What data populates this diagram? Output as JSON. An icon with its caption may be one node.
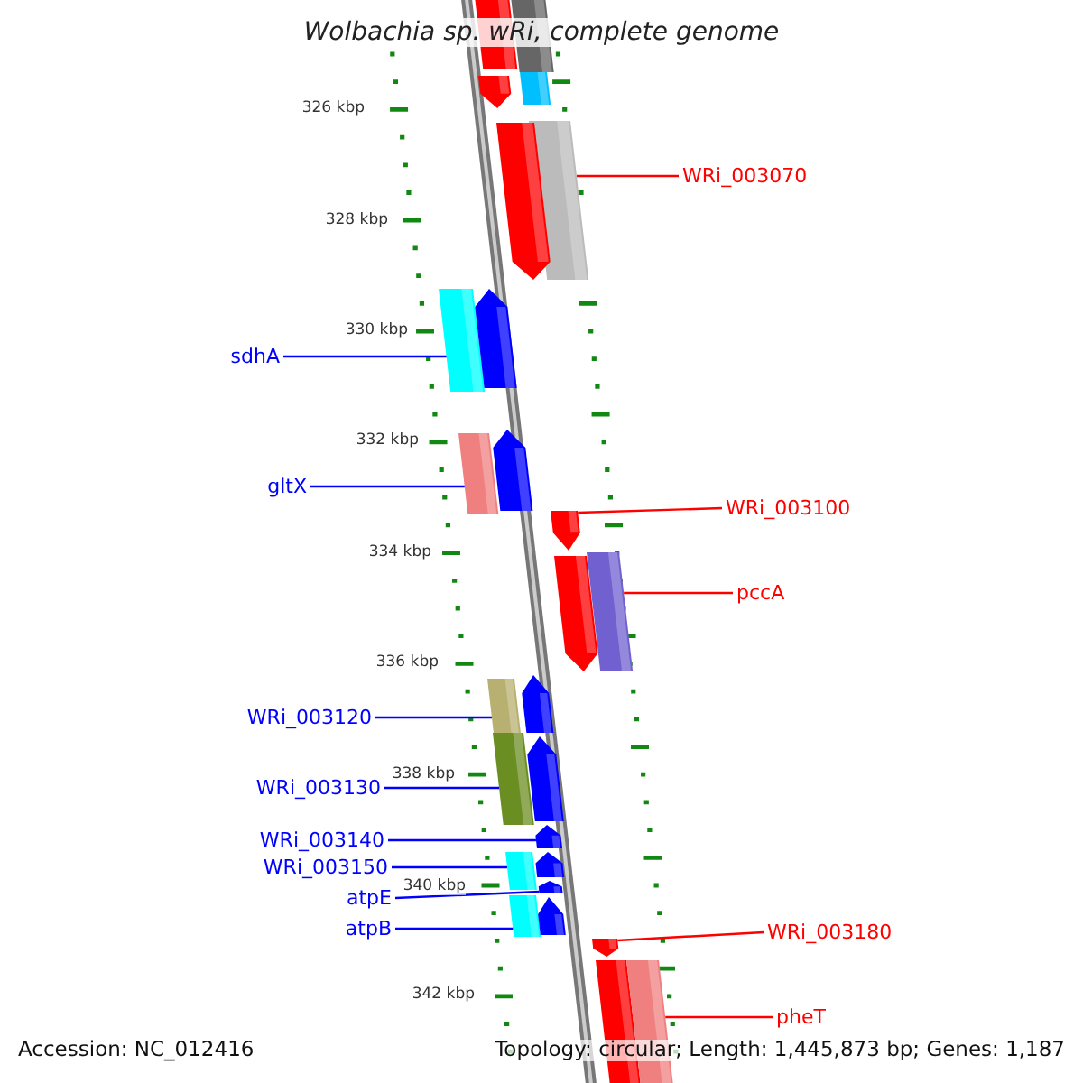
{
  "diagram": {
    "title": "Wolbachia sp. wRi, complete genome",
    "nodes": [
      {
        "text": [
          "WRi_003070"
        ]
      },
      {
        "text": [
          "sdhA"
        ]
      },
      {
        "text": [
          "gltX"
        ]
      },
      {
        "text": [
          "WRi_003100"
        ]
      },
      {
        "text": [
          "pccA"
        ]
      },
      {
        "text": [
          "WRi_003120"
        ]
      },
      {
        "text": [
          "WRi_003130"
        ]
      },
      {
        "text": [
          "WRi_003140"
        ]
      },
      {
        "text": [
          "WRi_003150"
        ]
      },
      {
        "text": [
          "atpE"
        ]
      },
      {
        "text": [
          "WRi_003180"
        ]
      },
      {
        "text": [
          "atpB"
        ]
      },
      {
        "text": [
          "pheT"
        ]
      },
      {
        "text": [],
        "shape": "bar"
      },
      {
        "text": [],
        "shape": "bar"
      },
      {
        "text": [],
        "shape": "arrow"
      },
      {
        "text": [],
        "shape": "bar"
      },
      {
        "text": [],
        "shape": "bar"
      },
      {
        "text": [],
        "shape": "arrow"
      },
      {
        "text": [],
        "shape": "bar"
      },
      {
        "text": [],
        "shape": "arrow"
      },
      {
        "text": [],
        "shape": "arrow"
      },
      {
        "text": [],
        "shape": "bar"
      },
      {
        "text": [],
        "shape": "arrow"
      },
      {
        "text": [],
        "shape": "bar"
      },
      {
        "text": [],
        "shape": "arrow"
      },
      {
        "text": [],
        "shape": "arrow"
      },
      {
        "text": [],
        "shape": "bar"
      },
      {
        "text": [],
        "shape": "bar"
      },
      {
        "text": [],
        "shape": "arrow"
      },
      {
        "text": [],
        "shape": "arrow"
      },
      {
        "text": [],
        "shape": "bar"
      },
      {
        "text": [],
        "shape": "arrow"
      },
      {
        "text": [],
        "shape": "arrow"
      },
      {
        "text": [],
        "shape": "bar"
      },
      {
        "text": [],
        "shape": "arrow"
      },
      {
        "text": [],
        "shape": "arrow"
      },
      {
        "text": [],
        "shape": "bar"
      },
      {
        "text": [],
        "shape": "bar"
      }
    ],
    "edges": [
      {
        "from": 0,
        "to": 17,
        "arrow": "none",
        "color": "#ff0000"
      },
      {
        "from": 1,
        "to": 19,
        "arrow": "none"
      },
      {
        "from": 2,
        "to": 22,
        "arrow": "none"
      },
      {
        "from": 3,
        "to": 23,
        "arrow": "none",
        "color": "#ff0000"
      },
      {
        "from": 4,
        "to": 24,
        "arrow": "none",
        "color": "#ff0000"
      },
      {
        "from": 5,
        "to": 27,
        "arrow": "none"
      },
      {
        "from": 6,
        "to": 28,
        "arrow": "none"
      },
      {
        "from": 7,
        "to": 30,
        "arrow": "none"
      },
      {
        "from": 8,
        "to": 31,
        "arrow": "none"
      },
      {
        "from": 9,
        "to": 33,
        "arrow": "none"
      },
      {
        "from": 10,
        "to": 36,
        "arrow": "none",
        "color": "#ff0000"
      },
      {
        "from": 11,
        "to": 34,
        "arrow": "none"
      },
      {
        "from": 12,
        "to": 38,
        "arrow": "none",
        "color": "#ff0000"
      }
    ],
    "labels": [
      "326 kbp",
      "328 kbp",
      "330 kbp",
      "332 kbp",
      "334 kbp",
      "336 kbp",
      "338 kbp",
      "340 kbp",
      "342 kbp",
      "Accession: NC_012416",
      "Topology: circular; Length: 1,445,873 bp; Genes: 1,187"
    ]
  }
}
